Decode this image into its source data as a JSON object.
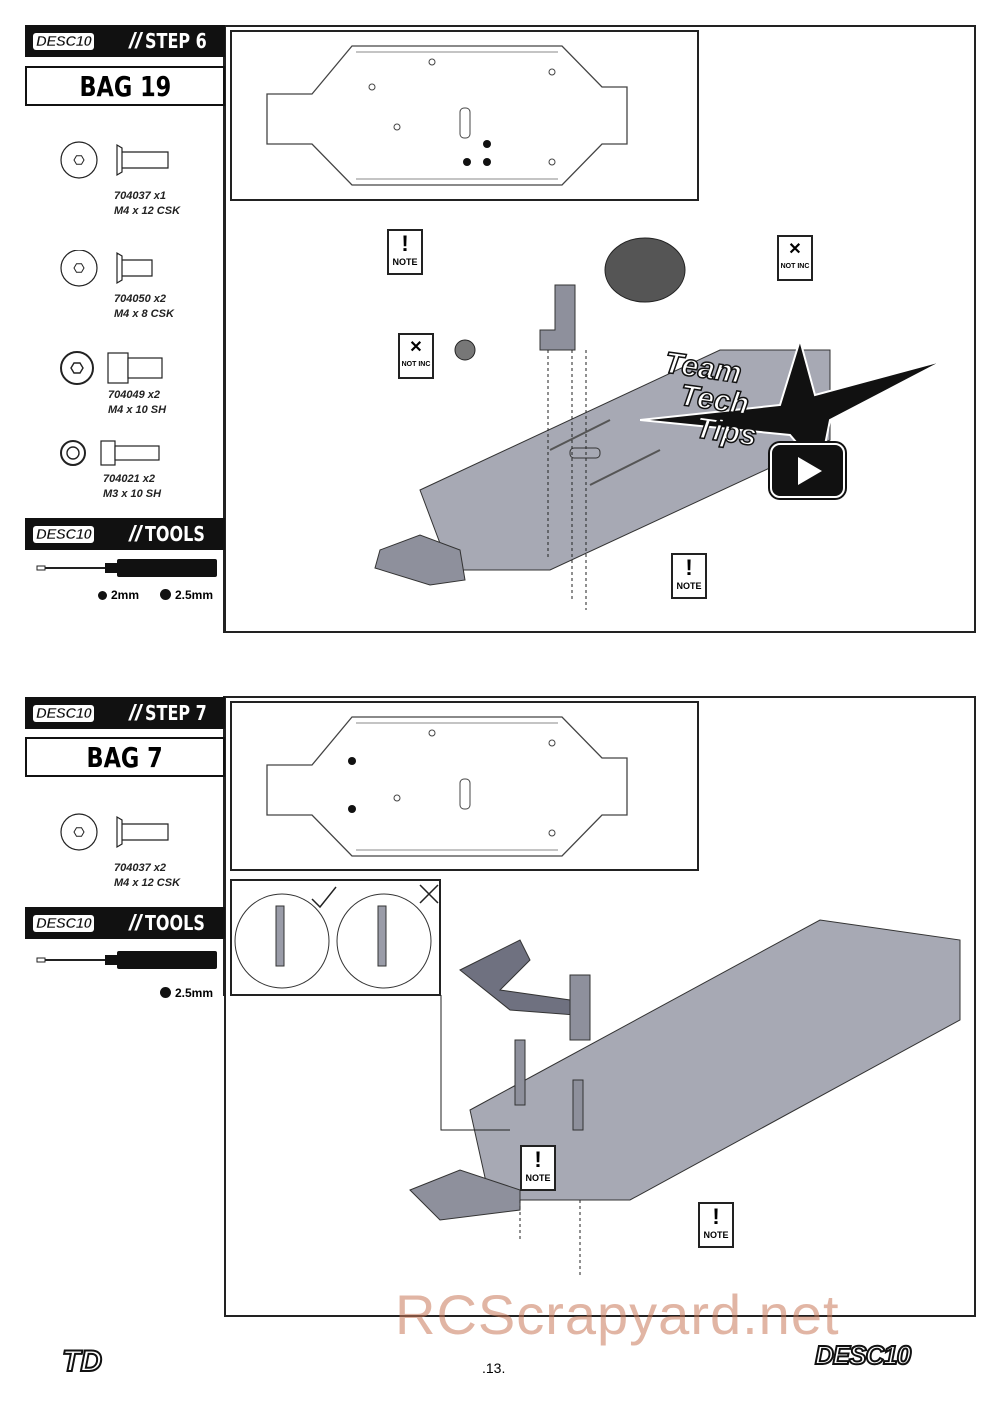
{
  "step6": {
    "brand": "DESC10",
    "step_label": "STEP 6",
    "bag_label": "BAG 19",
    "parts": [
      {
        "part_no": "704037 x1",
        "desc": "M4 x 12 CSK",
        "type": "countersunk"
      },
      {
        "part_no": "704050 x2",
        "desc": "M4 x 8 CSK",
        "type": "countersunk"
      },
      {
        "part_no": "704049 x2",
        "desc": "M4 x 10 SH",
        "type": "sockethead"
      },
      {
        "part_no": "704021 x2",
        "desc": "M3 x 10 SH",
        "type": "sockethead"
      }
    ],
    "tools_label": "TOOLS",
    "tool_sizes": [
      "2mm",
      "2.5mm"
    ],
    "note_label": "NOTE",
    "not_inc_label": "NOT INC",
    "team_tech_tips": [
      "Team",
      "Tech",
      "Tips"
    ]
  },
  "step7": {
    "brand": "DESC10",
    "step_label": "STEP 7",
    "bag_label": "BAG 7",
    "parts": [
      {
        "part_no": "704037 x2",
        "desc": "M4 x 12 CSK",
        "type": "countersunk"
      }
    ],
    "tools_label": "TOOLS",
    "tool_sizes": [
      "2.5mm"
    ],
    "note_label": "NOTE"
  },
  "footer": {
    "left_logo": "TD",
    "page_number": ".13.",
    "right_logo": "DESC10",
    "watermark": "RCScrapyard.net"
  }
}
